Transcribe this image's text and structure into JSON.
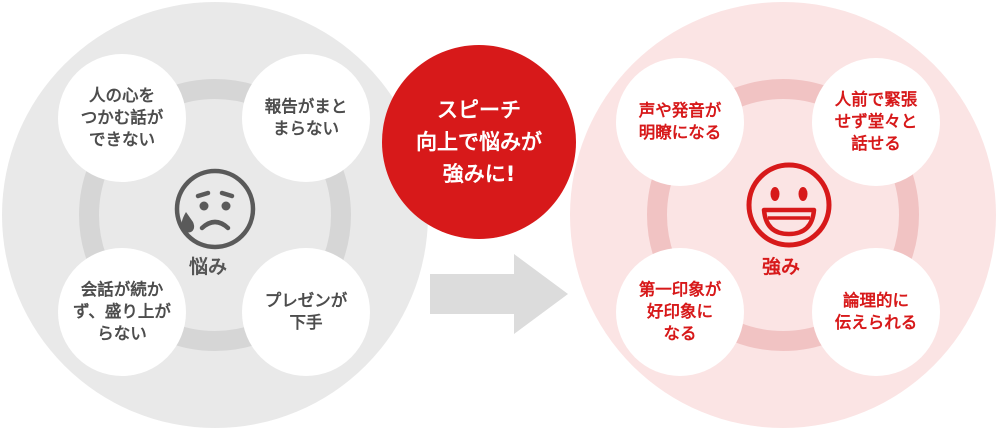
{
  "colors": {
    "accent_red": "#d7191a",
    "gray_circle": "#e9e9e9",
    "pink_circle": "#fbe4e4"
  },
  "left_group": {
    "label": "悩み",
    "icon": "worried-face-icon",
    "items": [
      "人の心を\nつかむ話が\nできない",
      "報告がまと\nまらない",
      "会話が続か\nず、盛り上が\nらない",
      "プレゼンが\n下手"
    ]
  },
  "callout": {
    "text": "スピーチ\n向上で悩みが\n強みに!"
  },
  "arrow": {
    "icon": "right-arrow-icon"
  },
  "right_group": {
    "label": "強み",
    "icon": "smiling-face-icon",
    "items": [
      "声や発音が\n明瞭になる",
      "人前で緊張\nせず堂々と\n話せる",
      "第一印象が\n好印象に\nなる",
      "論理的に\n伝えられる"
    ]
  }
}
